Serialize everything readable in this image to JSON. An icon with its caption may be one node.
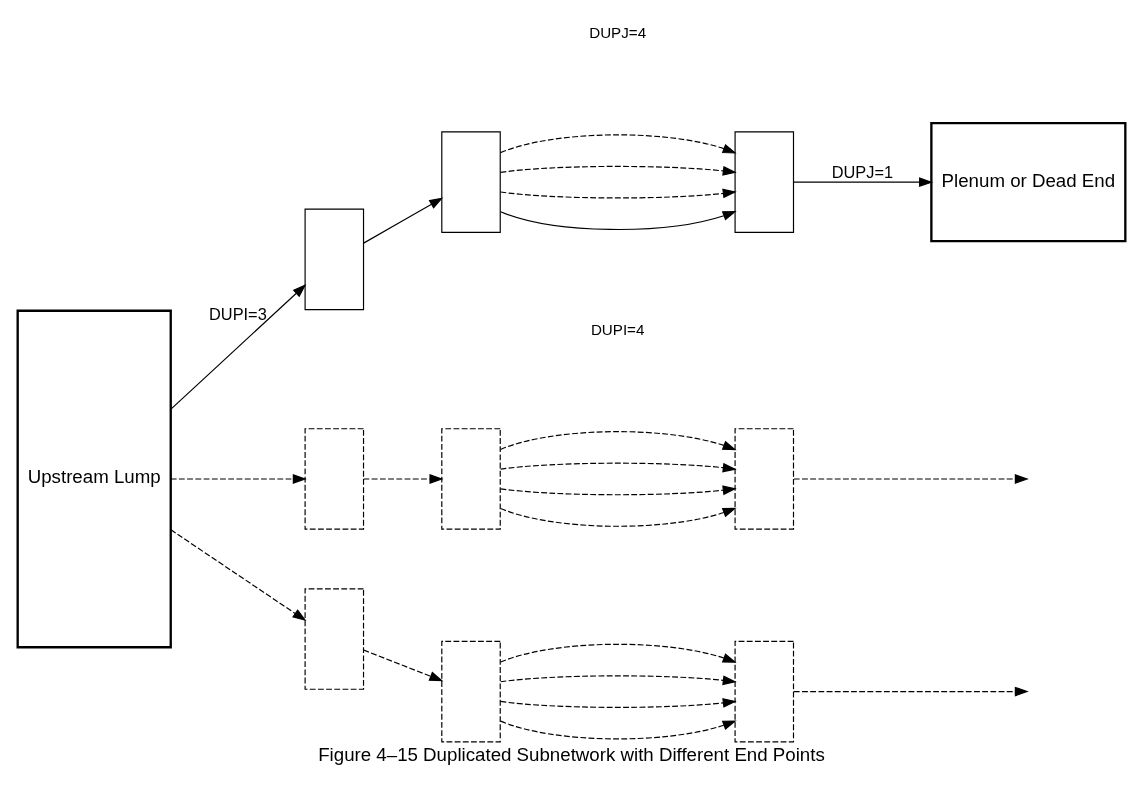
{
  "diagram": {
    "caption": "Figure 4–15 Duplicated Subnetwork with Different End Points",
    "nodes": [
      {
        "text": [
          "Upstream Lump"
        ]
      },
      {
        "text": [],
        "shape": "box"
      },
      {
        "text": [],
        "shape": "box"
      },
      {
        "text": [],
        "shape": "box"
      },
      {
        "text": [
          "Plenum or Dead End"
        ]
      },
      {
        "text": [],
        "shape": "box"
      },
      {
        "text": [],
        "shape": "box"
      },
      {
        "text": [],
        "shape": "box"
      },
      {
        "text": [],
        "shape": "box"
      },
      {
        "text": [],
        "shape": "box"
      },
      {
        "text": [],
        "shape": "box"
      }
    ],
    "edges": [
      {
        "from": 0,
        "to": 1,
        "arrow": "to",
        "label": "DUPI=3"
      },
      {
        "from": 1,
        "to": 2,
        "arrow": "to"
      },
      {
        "from": 2,
        "to": 3,
        "arrow": "to"
      },
      {
        "from": 2,
        "to": 3,
        "arrow": "to",
        "style": "dashed"
      },
      {
        "from": 2,
        "to": 3,
        "arrow": "to",
        "style": "dashed"
      },
      {
        "from": 2,
        "to": 3,
        "arrow": "to",
        "style": "dashed"
      },
      {
        "from": 3,
        "to": 4,
        "arrow": "to",
        "label": "DUPJ=1"
      },
      {
        "from": 0,
        "to": 5,
        "arrow": "to",
        "style": "dashed"
      },
      {
        "from": 5,
        "to": 6,
        "arrow": "to",
        "style": "dashed"
      },
      {
        "from": 6,
        "to": 7,
        "arrow": "to",
        "style": "dashed"
      },
      {
        "from": 6,
        "to": 7,
        "arrow": "to",
        "style": "dashed"
      },
      {
        "from": 6,
        "to": 7,
        "arrow": "to",
        "style": "dashed"
      },
      {
        "from": 6,
        "to": 7,
        "arrow": "to",
        "style": "dashed"
      },
      {
        "from": 7,
        "to": null,
        "arrow": "to",
        "style": "dashed"
      },
      {
        "from": 0,
        "to": 8,
        "arrow": "to",
        "style": "dashed"
      },
      {
        "from": 8,
        "to": 9,
        "arrow": "to",
        "style": "dashed"
      },
      {
        "from": 9,
        "to": 10,
        "arrow": "to",
        "style": "dashed"
      },
      {
        "from": 9,
        "to": 10,
        "arrow": "to",
        "style": "dashed"
      },
      {
        "from": 9,
        "to": 10,
        "arrow": "to",
        "style": "dashed"
      },
      {
        "from": 9,
        "to": 10,
        "arrow": "to",
        "style": "dashed"
      },
      {
        "from": 10,
        "to": null,
        "arrow": "to",
        "style": "dashed"
      }
    ],
    "labels": [
      "DUPI=4",
      "DUPJ=4"
    ]
  }
}
